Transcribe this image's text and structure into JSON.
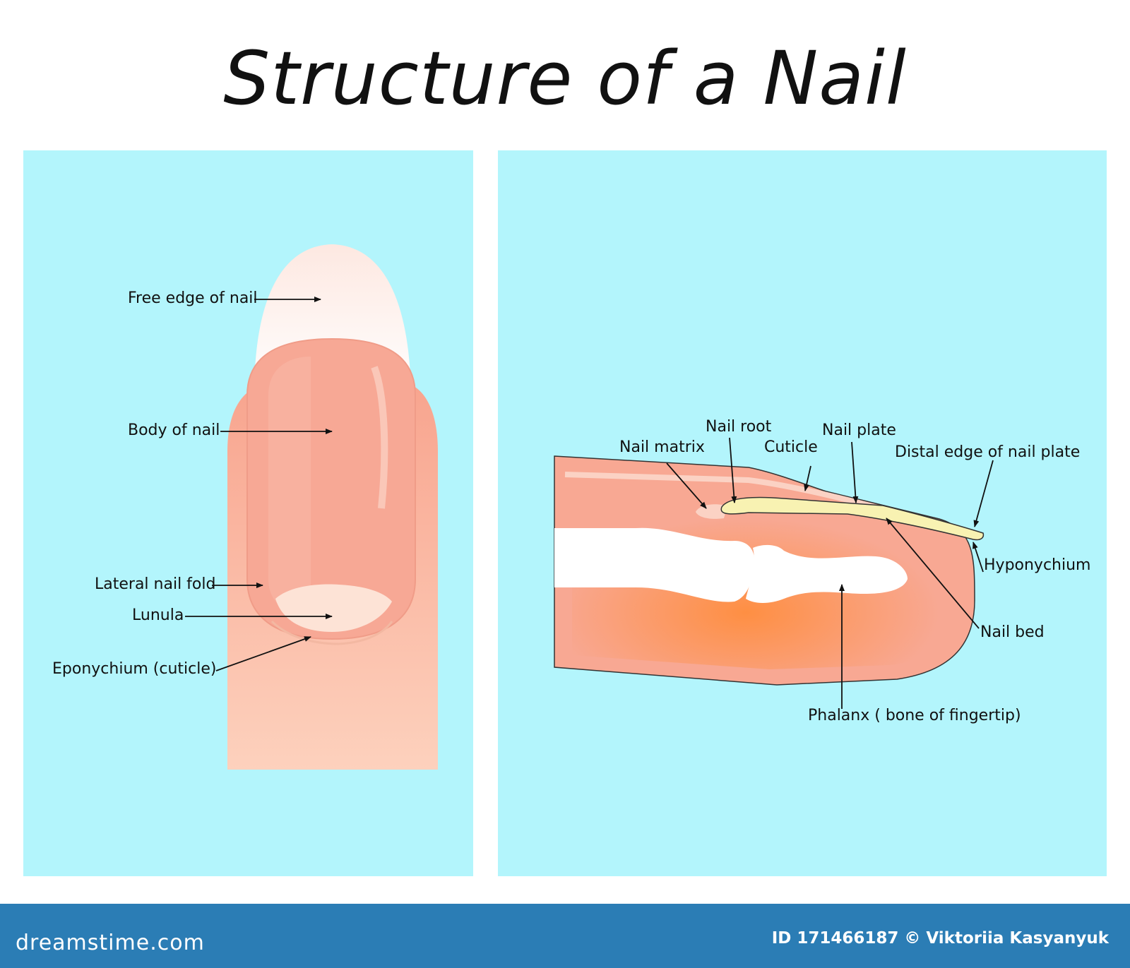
{
  "title": "Structure of a Nail",
  "colors": {
    "panel_bg": "#b3f5fc",
    "skin": "#f8a893",
    "nail_body": "#f5a593",
    "free_edge": "#fde9e3",
    "bone": "#ffffff",
    "nail_plate": "#f8f2b2",
    "footer_bg": "#2b7db5"
  },
  "left_diagram": {
    "labels": {
      "free_edge": "Free edge of nail",
      "body": "Body of nail",
      "lateral_fold": "Lateral nail fold",
      "lunula": "Lunula",
      "eponychium": "Eponychium (cuticle)"
    }
  },
  "right_diagram": {
    "labels": {
      "nail_root": "Nail root",
      "nail_plate": "Nail plate",
      "nail_matrix": "Nail matrix",
      "cuticle": "Cuticle",
      "distal_edge": "Distal edge of nail plate",
      "hyponychium": "Hyponychium",
      "nail_bed": "Nail bed",
      "phalanx": "Phalanx ( bone of fingertip)"
    }
  },
  "footer": {
    "brand": "dreamstime.com",
    "credit": "ID 171466187 © Viktoriia  Kasyanyuk"
  }
}
